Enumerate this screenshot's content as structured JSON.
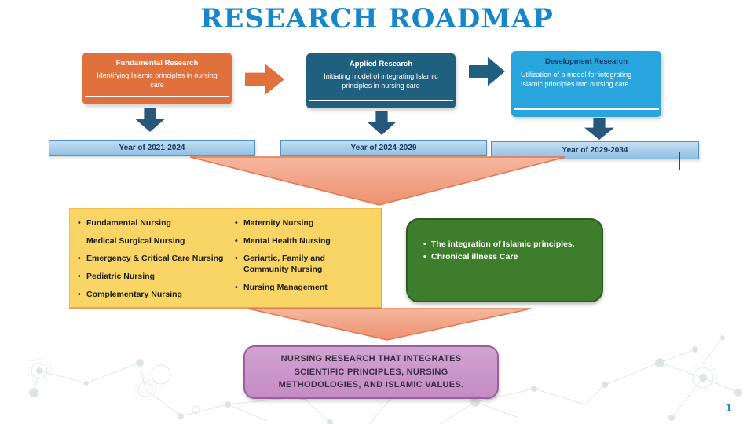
{
  "slide": {
    "title": "RESEARCH ROADMAP",
    "page_number": "1"
  },
  "stages": [
    {
      "title": "Fundamental Research",
      "body": "Identifying Islamic principles in nursing care",
      "year": "Year of 2021-2024",
      "color": "#E0703C"
    },
    {
      "title": "Applied Research",
      "body": "Initiating model of integrating Islamic principles in nursing care",
      "year": "Year of 2024-2029",
      "color": "#20607F"
    },
    {
      "title": "Development Research",
      "body": "Utilization of a model for integrating Islamic principles into nursing care.",
      "year": "Year of 2029-2034",
      "color": "#29A5DE"
    }
  ],
  "specialties": {
    "left": [
      {
        "bullet": "•",
        "text": "Fundamental Nursing"
      },
      {
        "bullet": "",
        "text": "Medical Surgical Nursing"
      },
      {
        "bullet": "•",
        "text": "Emergency & Critical Care Nursing"
      },
      {
        "bullet": "•",
        "text": "Pediatric Nursing"
      },
      {
        "bullet": "•",
        "text": "Complementary Nursing"
      }
    ],
    "right": [
      {
        "bullet": "•",
        "text": "Maternity Nursing"
      },
      {
        "bullet": "•",
        "text": "Mental Health Nursing"
      },
      {
        "bullet": "•",
        "text": "Geriartic, Family and Community Nursing"
      },
      {
        "bullet": "•",
        "text": "Nursing Management"
      }
    ]
  },
  "focus_box": {
    "items": [
      {
        "bullet": "•",
        "text": "The integration of Islamic principles."
      },
      {
        "bullet": "•",
        "text": "Chronical illness Care"
      }
    ],
    "color": "#3E7D2C"
  },
  "outcome": {
    "text": "NURSING RESEARCH THAT INTEGRATES SCIENTIFIC PRINCIPLES, NURSING METHODOLOGIES, AND ISLAMIC VALUES.",
    "color": "#C48BC4"
  },
  "colors": {
    "title_blue": "#1787CB",
    "stage_orange": "#E0703C",
    "stage_teal": "#20607F",
    "stage_lightblue": "#29A5DE",
    "down_arrow_navy": "#27587C",
    "year_bar_fill": "#A9CCEB",
    "year_bar_border": "#4E93CC",
    "funnel_salmon": "#EE9874",
    "funnel_border": "#E4764F",
    "yellow_box": "#F8D564",
    "green_box": "#3E7D2C",
    "purple_box": "#C48BC4"
  }
}
